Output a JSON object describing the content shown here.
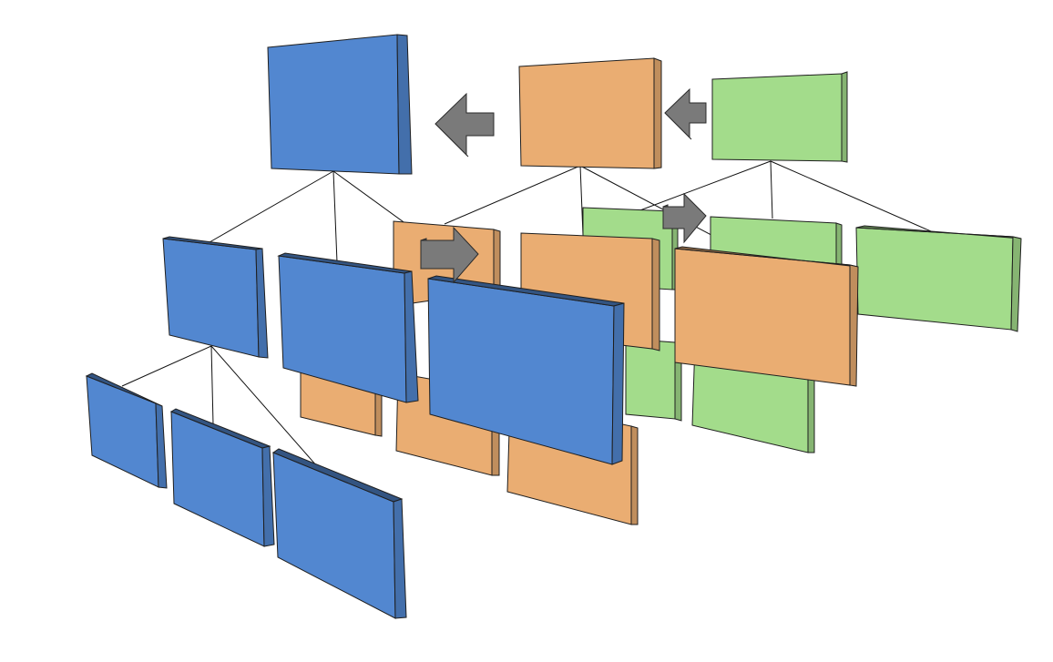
{
  "colors": {
    "blue": "#5287d0",
    "orange": "#eaad72",
    "green": "#a3dc8b",
    "arrow": "#7a7a7a",
    "background": "#ffffff"
  },
  "groups": [
    {
      "name": "blue-tree",
      "color_key": "blue",
      "nodes": 7
    },
    {
      "name": "orange-tree",
      "color_key": "orange",
      "nodes": 7
    },
    {
      "name": "green-tree",
      "color_key": "green",
      "nodes": 7
    }
  ],
  "arrows": [
    {
      "name": "arrow-orange-to-blue",
      "direction": "left"
    },
    {
      "name": "arrow-green-to-orange",
      "direction": "left"
    },
    {
      "name": "arrow-blue-child-to-orange-child",
      "direction": "right"
    },
    {
      "name": "arrow-orange-child-to-green-child",
      "direction": "right"
    }
  ]
}
